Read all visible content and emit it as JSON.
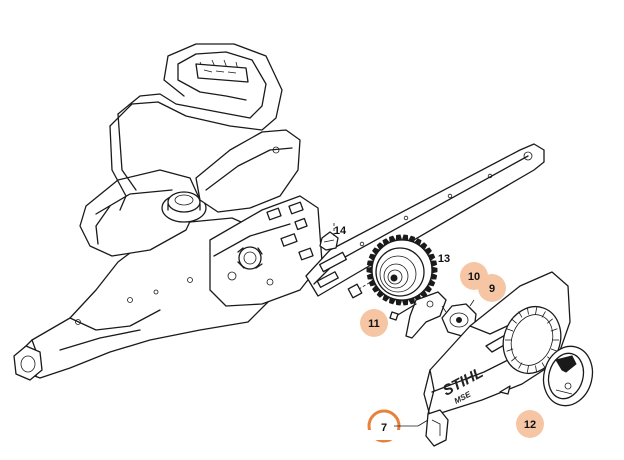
{
  "diagram": {
    "brand_mark": "STIHL",
    "model_mark": "MSE",
    "callouts": [
      {
        "id": "c7",
        "label": "7",
        "highlighted": true,
        "style": "ring"
      },
      {
        "id": "c9",
        "label": "9",
        "highlighted": true,
        "style": "disc"
      },
      {
        "id": "c10",
        "label": "10",
        "highlighted": true,
        "style": "disc"
      },
      {
        "id": "c11",
        "label": "11",
        "highlighted": true,
        "style": "disc"
      },
      {
        "id": "c12",
        "label": "12",
        "highlighted": true,
        "style": "disc"
      },
      {
        "id": "c13",
        "label": "13",
        "highlighted": false,
        "style": "plain"
      },
      {
        "id": "c14",
        "label": "14",
        "highlighted": false,
        "style": "plain"
      }
    ],
    "highlight_color": "#f6c6a4",
    "ring_color": "#e8823a"
  }
}
